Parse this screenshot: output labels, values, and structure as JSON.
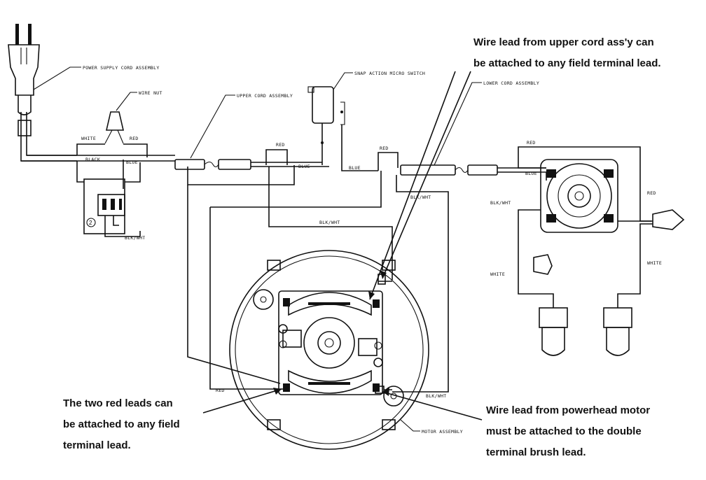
{
  "notes": {
    "upper_cord": [
      "Wire lead from upper cord ass'y can",
      "be attached to any field terminal lead."
    ],
    "red_leads": [
      "The two red leads can",
      "be attached to any field",
      "terminal lead."
    ],
    "powerhead": [
      "Wire lead from powerhead motor",
      "must be attached to the double",
      "terminal brush lead."
    ]
  },
  "labels": {
    "power_supply_cord": "POWER SUPPLY CORD ASSEMBLY",
    "wire_nut": "WIRE NUT",
    "upper_cord_assembly": "UPPER CORD ASSEMBLY",
    "snap_switch": "SNAP ACTION MICRO SWITCH",
    "lower_cord_assembly": "LOWER CORD ASSEMBLY",
    "motor_assembly": "MOTOR ASSEMBLY",
    "switch_number": "2"
  },
  "wire_colors": {
    "white_1": "WHITE",
    "red_1": "RED",
    "black": "BLACK",
    "blue_1": "BLUE",
    "blk_wht_1": "BLK/WHT",
    "red_2": "RED",
    "blue_2": "BLUE",
    "blue_3": "BLUE",
    "red_3": "RED",
    "blk_wht_2": "BLK/WHT",
    "blk_wht_3": "BLK/WHT",
    "red_4": "RED",
    "blue_4": "BLUE",
    "blk_wht_4": "BLK/WHT",
    "red_5": "RED",
    "white_2": "WHITE",
    "white_3": "WHITE",
    "red_6": "RED",
    "blk_wht_5": "BLK/WHT"
  }
}
